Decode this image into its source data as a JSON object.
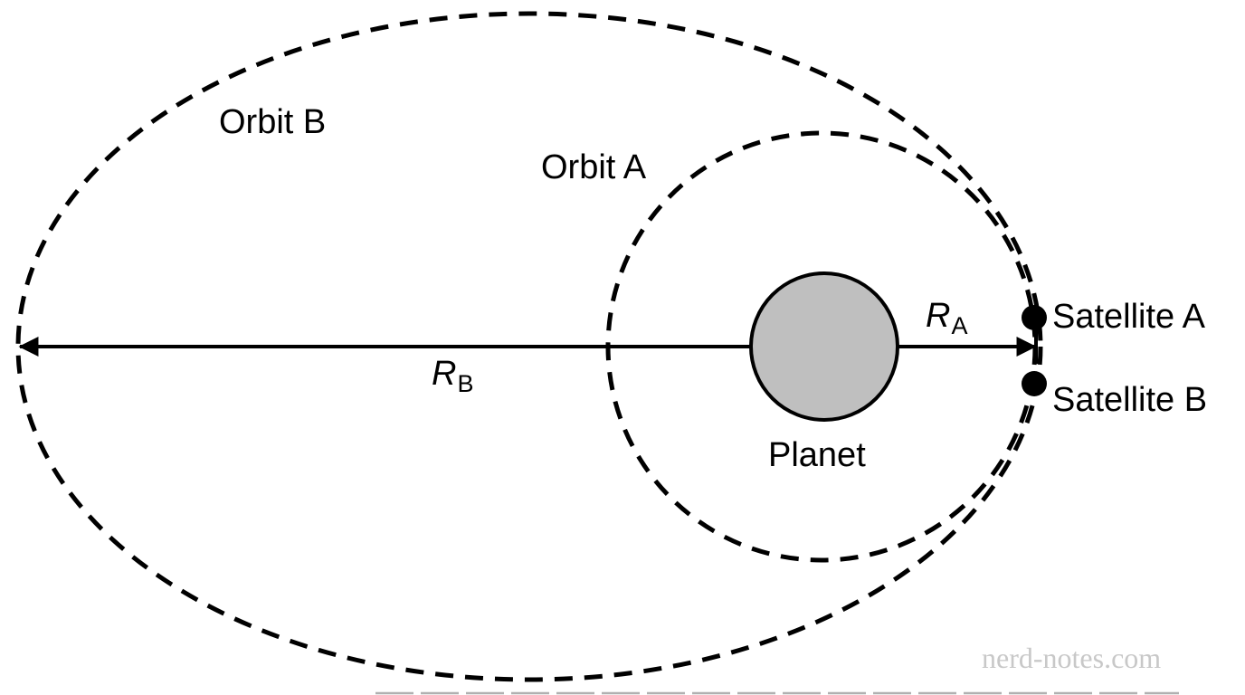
{
  "diagram": {
    "description": "Two-satellite orbit diagram: circular Orbit A and elliptical Orbit B around a planet",
    "labels": {
      "orbit_b": "Orbit B",
      "orbit_a": "Orbit A",
      "planet": "Planet",
      "satellite_a": "Satellite A",
      "satellite_b": "Satellite B",
      "radius_a_symbol": "R",
      "radius_a_subscript": "A",
      "radius_b_symbol": "R",
      "radius_b_subscript": "B"
    },
    "watermark": "nerd-notes.com",
    "colors": {
      "line": "#000000",
      "planet_fill": "#bfbfbf",
      "satellite_fill": "#000000",
      "watermark_text": "#c8c8c8",
      "background": "#ffffff"
    }
  }
}
